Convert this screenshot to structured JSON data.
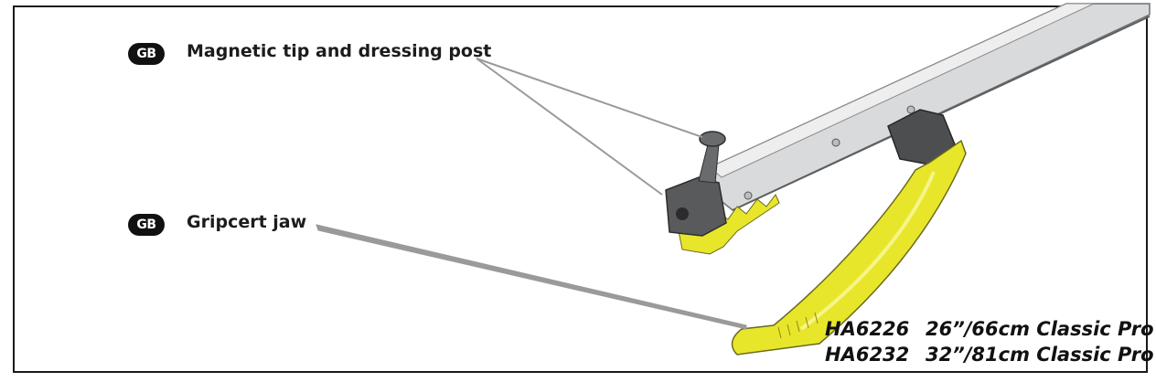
{
  "callouts": [
    {
      "badge": "GB",
      "label": "Magnetic tip and dressing post"
    },
    {
      "badge": "GB",
      "label": "Gripcert jaw"
    }
  ],
  "models": [
    {
      "code": "HA6226",
      "description": "26”/66cm Classic Pro"
    },
    {
      "code": "HA6232",
      "description": "32”/81cm Classic Pro"
    }
  ],
  "colors": {
    "jaw_yellow": "#e8e62a",
    "frame_border": "#1a1a1a",
    "leader_line": "#9a9a9a",
    "badge_bg": "#111111"
  }
}
